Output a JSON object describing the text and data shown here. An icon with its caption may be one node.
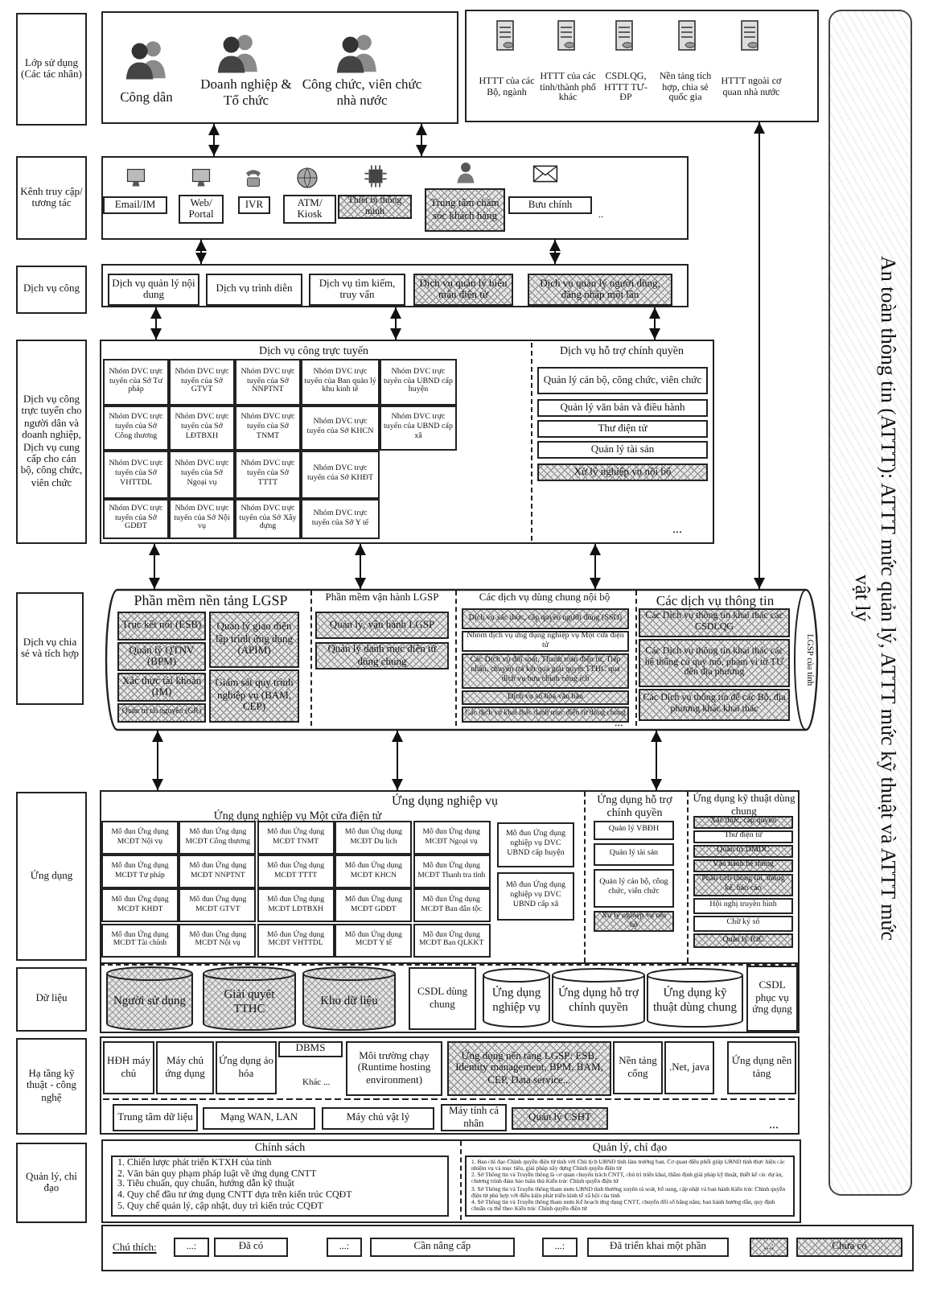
{
  "diagram": {
    "nodes": [
      {
        "text": [
          "Lớp sử dụng (Các tác nhân)"
        ]
      },
      {
        "text": [],
        "shape": "box"
      },
      {
        "text": [
          "Công dân"
        ],
        "in": 1
      },
      {
        "text": [
          "Doanh nghiệp & Tổ chức"
        ],
        "in": 1
      },
      {
        "text": [
          "Công chức, viên chức nhà nước"
        ],
        "in": 1
      },
      {
        "text": [],
        "shape": "box"
      },
      {
        "text": [
          "HTTT của các Bộ, ngành"
        ],
        "in": 5
      },
      {
        "text": [
          "HTTT của các tỉnh/thành phố khác"
        ],
        "in": 5
      },
      {
        "text": [
          "CSDLQG, HTTT TƯ-ĐP"
        ],
        "in": 5
      },
      {
        "text": [
          "Nền tảng tích hợp, chia sẻ quốc gia"
        ],
        "in": 5
      },
      {
        "text": [
          "HTTT ngoài cơ quan nhà nước"
        ],
        "in": 5
      },
      {
        "text": [
          "An toàn thông tin (ATTT): ATTT mức quản lý, ATTT mức kỹ thuật và ATTT mức vật lý"
        ]
      },
      {
        "text": [
          "Kênh truy cập/ tương tác"
        ]
      },
      {
        "text": [],
        "shape": "box"
      },
      {
        "text": [
          "Email/IM"
        ],
        "in": 13
      },
      {
        "text": [
          "Web/ Portal"
        ],
        "in": 13
      },
      {
        "text": [
          "IVR"
        ],
        "in": 13
      },
      {
        "text": [
          "ATM/ Kiosk"
        ],
        "in": 13
      },
      {
        "text": [
          "Thiết bị thông minh"
        ],
        "in": 13
      },
      {
        "text": [
          "Trung tâm chăm sóc khách hàng"
        ],
        "in": 13
      },
      {
        "text": [
          "Bưu chính"
        ],
        "in": 13
      },
      {
        "text": [
          "Dịch vụ công"
        ]
      },
      {
        "text": [],
        "shape": "box"
      },
      {
        "text": [
          "Dịch vụ quản lý nội dung"
        ],
        "in": 22
      },
      {
        "text": [
          "Dịch vụ trình diễn"
        ],
        "in": 22
      },
      {
        "text": [
          "Dịch vụ tìm kiếm, truy vấn"
        ],
        "in": 22
      },
      {
        "text": [
          "Dịch vụ quản lý biểu mẫu điện tử"
        ],
        "in": 22
      },
      {
        "text": [
          "Dịch vụ quản lý người dùng, đăng nhập một lần"
        ],
        "in": 22
      },
      {
        "text": [
          "Dịch vụ công trực tuyến cho người dân và doanh nghiệp, Dịch vụ cung cấp cho cán bộ, công chức, viên chức"
        ]
      },
      {
        "text": [],
        "shape": "box"
      },
      {
        "text": [
          "Dịch vụ công trực tuyến"
        ],
        "in": 29
      },
      {
        "text": [
          "Nhóm DVC trực tuyến của Sở Tư pháp"
        ],
        "in": 30
      },
      {
        "text": [
          "Nhóm DVC trực tuyến của Sở GTVT"
        ],
        "in": 30
      },
      {
        "text": [
          "Nhóm DVC trực tuyến của Sở NNPTNT"
        ],
        "in": 30
      },
      {
        "text": [
          "Nhóm DVC trực tuyến của Ban quản lý khu kinh tế"
        ],
        "in": 30
      },
      {
        "text": [
          "Nhóm DVC trực tuyến của UBND cấp huyện"
        ],
        "in": 30
      },
      {
        "text": [
          "Nhóm DVC trực tuyến của Sở Công thương"
        ],
        "in": 30
      },
      {
        "text": [
          "Nhóm DVC trực tuyến của Sở LĐTBXH"
        ],
        "in": 30
      },
      {
        "text": [
          "Nhóm DVC trực tuyến của Sở TNMT"
        ],
        "in": 30
      },
      {
        "text": [
          "Nhóm DVC trực tuyến của Sở KHCN"
        ],
        "in": 30
      },
      {
        "text": [
          "Nhóm DVC trực tuyến của UBND cấp xã"
        ],
        "in": 30
      },
      {
        "text": [
          "Nhóm DVC trực tuyến của Sở VHTTDL"
        ],
        "in": 30
      },
      {
        "text": [
          "Nhóm DVC trực tuyến của Sở Ngoại vụ"
        ],
        "in": 30
      },
      {
        "text": [
          "Nhóm DVC trực tuyến của Sở TTTT"
        ],
        "in": 30
      },
      {
        "text": [
          "Nhóm DVC trực tuyến của Sở KHĐT"
        ],
        "in": 30
      },
      {
        "text": [
          "Nhóm DVC trực tuyến của Sở GDĐT"
        ],
        "in": 30
      },
      {
        "text": [
          "Nhóm DVC trực tuyến của Sở Nội vụ"
        ],
        "in": 30
      },
      {
        "text": [
          "Nhóm DVC trực tuyến của Sở Xây dựng"
        ],
        "in": 30
      },
      {
        "text": [
          "Nhóm DVC trực tuyến của Sở Y tế"
        ],
        "in": 30
      },
      {
        "text": [
          "Dịch vụ hỗ trợ chính quyền"
        ],
        "in": 29
      },
      {
        "text": [
          "Quản lý cán bộ, công chức, viên chức"
        ],
        "in": 49
      },
      {
        "text": [
          "Quản lý văn bản và điều hành"
        ],
        "in": 49
      },
      {
        "text": [
          "Thư điện tử"
        ],
        "in": 49
      },
      {
        "text": [
          "Quản lý tài sản"
        ],
        "in": 49
      },
      {
        "text": [
          "Xử lý nghiệp vụ nội bộ"
        ],
        "in": 49
      },
      {
        "text": [
          "Dịch vụ chia sẻ và tích hợp"
        ]
      },
      {
        "text": [
          "LGSP của tỉnh"
        ]
      },
      {
        "text": [
          "Phần mềm nền tảng LGSP"
        ],
        "in": 56
      },
      {
        "text": [
          "Trục kết nối (ESB)"
        ],
        "in": 57
      },
      {
        "text": [
          "Quản lý QTNV (BPM)"
        ],
        "in": 57
      },
      {
        "text": [
          "Xác thực tài khoản (IM)"
        ],
        "in": 57
      },
      {
        "text": [
          "Quản trị tài nguyên (GR)"
        ],
        "in": 57
      },
      {
        "text": [
          "Quản lý giao diện lập trình ứng dụng (APIM)"
        ],
        "in": 57
      },
      {
        "text": [
          "Giám sát quy trình nghiệp vụ (BAM, CEP)"
        ],
        "in": 57
      },
      {
        "text": [
          "Phần mềm vận hành LGSP"
        ],
        "in": 56
      },
      {
        "text": [
          "Quản lý, vận hành LGSP"
        ],
        "in": 64
      },
      {
        "text": [
          "Quản lý danh mục điện tử dùng chung"
        ],
        "in": 64
      },
      {
        "text": [
          "Các dịch vụ dùng chung nội bộ"
        ],
        "in": 56
      },
      {
        "text": [
          "Dịch vụ xác thực, cấp quyền người dùng (SSO)"
        ],
        "in": 67
      },
      {
        "text": [
          "Nhóm dịch vụ ứng dụng nghiệp vụ Một cửa điện tử"
        ],
        "in": 67
      },
      {
        "text": [
          "Các Dịch vụ đối soát, Thanh toán điện tử, Tiếp nhận, chuyển trả kết quả giải quyết TTHC qua dịch vụ bưu chính công ích"
        ],
        "in": 67
      },
      {
        "text": [
          "Dịch vụ số hóa văn bản"
        ],
        "in": 67
      },
      {
        "text": [
          "Các dịch vụ khai thác danh mục điện tử dùng chung"
        ],
        "in": 67
      },
      {
        "text": [
          "Các dịch vụ thông tin"
        ],
        "in": 56
      },
      {
        "text": [
          "Các Dịch vụ thông tin khai thác các CSDLQG"
        ],
        "in": 73
      },
      {
        "text": [
          "Các Dịch vụ thông tin khai thác các hệ thống có quy mô, phạm vi từ TƯ đến địa phương"
        ],
        "in": 73
      },
      {
        "text": [
          "Các Dịch vụ thông tin để các Bộ, địa phương khác khai thác"
        ],
        "in": 73
      },
      {
        "text": [
          "Ứng dụng"
        ]
      },
      {
        "text": [],
        "shape": "box"
      },
      {
        "text": [
          "Ứng dụng nghiệp vụ"
        ],
        "in": 78
      },
      {
        "text": [
          "Ứng dụng nghiệp vụ Một cửa điện tử"
        ],
        "in": 79
      },
      {
        "text": [
          "Mô đun Ứng dụng MCĐT Nội vụ"
        ],
        "in": 80
      },
      {
        "text": [
          "Mô đun Ứng dụng MCĐT Công thương"
        ],
        "in": 80
      },
      {
        "text": [
          "Mô đun Ứng dụng MCĐT TNMT"
        ],
        "in": 80
      },
      {
        "text": [
          "Mô đun Ứng dụng MCĐT Du lịch"
        ],
        "in": 80
      },
      {
        "text": [
          "Mô đun Ứng dụng MCĐT Ngoại vụ"
        ],
        "in": 80
      },
      {
        "text": [
          "Mô đun Ứng dụng MCĐT Tư pháp"
        ],
        "in": 80
      },
      {
        "text": [
          "Mô đun Ứng dụng MCĐT NNPTNT"
        ],
        "in": 80
      },
      {
        "text": [
          "Mô đun Ứng dụng MCĐT TTTT"
        ],
        "in": 80
      },
      {
        "text": [
          "Mô đun Ứng dụng MCĐT KHCN"
        ],
        "in": 80
      },
      {
        "text": [
          "Mô đun Ứng dụng MCĐT Thanh tra tỉnh"
        ],
        "in": 80
      },
      {
        "text": [
          "Mô đun Ứng dụng MCĐT KHĐT"
        ],
        "in": 80
      },
      {
        "text": [
          "Mô đun Ứng dụng MCĐT GTVT"
        ],
        "in": 80
      },
      {
        "text": [
          "Mô đun Ứng dụng MCĐT LĐTBXH"
        ],
        "in": 80
      },
      {
        "text": [
          "Mô đun Ứng dụng MCĐT GDĐT"
        ],
        "in": 80
      },
      {
        "text": [
          "Mô đun Ứng dụng MCĐT Ban dân tộc"
        ],
        "in": 80
      },
      {
        "text": [
          "Mô đun Ứng dụng MCĐT Tài chính"
        ],
        "in": 80
      },
      {
        "text": [
          "Mô đun Ứng dụng MCĐT Nội vụ"
        ],
        "in": 80
      },
      {
        "text": [
          "Mô đun Ứng dụng MCĐT VHTTDL"
        ],
        "in": 80
      },
      {
        "text": [
          "Mô đun Ứng dụng MCĐT Y tế"
        ],
        "in": 80
      },
      {
        "text": [
          "Mô đun Ứng dụng MCĐT Ban QLKKT"
        ],
        "in": 80
      },
      {
        "text": [
          "Mô đun Ứng dụng nghiệp vụ DVC UBND cấp huyện"
        ],
        "in": 79
      },
      {
        "text": [
          "Mô đun Ứng dụng nghiệp vụ DVC UBND cấp xã"
        ],
        "in": 79
      },
      {
        "text": [
          "Ứng dụng hỗ trợ chính quyền"
        ],
        "in": 78
      },
      {
        "text": [
          "Quản lý VBĐH"
        ],
        "in": 103
      },
      {
        "text": [
          "Quản lý tài sản"
        ],
        "in": 103
      },
      {
        "text": [
          "Quản lý cán bộ, công chức, viên chức"
        ],
        "in": 103
      },
      {
        "text": [
          "Xử lý nghiệp vụ nội bộ"
        ],
        "in": 103
      },
      {
        "text": [
          "Ứng dụng kỹ thuật dùng chung"
        ],
        "in": 78
      },
      {
        "text": [
          "Xác thực, cấp quyền"
        ],
        "in": 108
      },
      {
        "text": [
          "Thư điện tử"
        ],
        "in": 108
      },
      {
        "text": [
          "Quản trị DMDC"
        ],
        "in": 108
      },
      {
        "text": [
          "Vận hành hệ thống"
        ],
        "in": 108
      },
      {
        "text": [
          "Phân tích thông tin, thống kê, báo cáo"
        ],
        "in": 108
      },
      {
        "text": [
          "Hội nghị truyền hình"
        ],
        "in": 108
      },
      {
        "text": [
          "Chữ ký số"
        ],
        "in": 108
      },
      {
        "text": [
          "Quản lý IOC"
        ],
        "in": 108
      },
      {
        "text": [
          "Dữ liệu"
        ]
      },
      {
        "text": [],
        "shape": "box"
      },
      {
        "text": [
          "Người sử dụng"
        ],
        "in": 118
      },
      {
        "text": [
          "Giải quyết TTHC"
        ],
        "in": 118
      },
      {
        "text": [
          "Kho dữ liệu"
        ],
        "in": 118
      },
      {
        "text": [
          "CSDL dùng chung"
        ],
        "in": 118
      },
      {
        "text": [
          "Ứng dụng nghiệp vụ"
        ],
        "in": 118
      },
      {
        "text": [
          "Ứng dụng hỗ trợ chính quyền"
        ],
        "in": 118
      },
      {
        "text": [
          "Ứng dụng kỹ thuật dùng chung"
        ],
        "in": 118
      },
      {
        "text": [
          "CSDL phục vụ ứng dụng"
        ],
        "in": 118
      },
      {
        "text": [
          "Hạ tầng kỹ thuật - công nghệ"
        ]
      },
      {
        "text": [],
        "shape": "box"
      },
      {
        "text": [
          "HĐH máy chủ"
        ],
        "in": 128
      },
      {
        "text": [
          "Máy chủ ứng dụng"
        ],
        "in": 128
      },
      {
        "text": [
          "Ứng dụng ảo hóa"
        ],
        "in": 128
      },
      {
        "text": [
          "DBMS"
        ],
        "in": 128
      },
      {
        "text": [
          "Môi trường chạy (Runtime hosting environment)"
        ],
        "in": 128
      },
      {
        "text": [
          "Ứng dụng nền tảng LGSP: ESB, Identity management, BPM, BAM, CEP, Data service..."
        ],
        "in": 128
      },
      {
        "text": [
          "Nền tảng cổng"
        ],
        "in": 128
      },
      {
        "text": [
          ".Net, java"
        ],
        "in": 128
      },
      {
        "text": [
          "Ứng dụng nền tảng"
        ],
        "in": 128
      },
      {
        "text": [
          "Trung tâm dữ liệu"
        ],
        "in": 128
      },
      {
        "text": [
          "Mạng WAN, LAN"
        ],
        "in": 128
      },
      {
        "text": [
          "Máy chủ vật lý"
        ],
        "in": 128
      },
      {
        "text": [
          "Máy tính cá nhân"
        ],
        "in": 128
      },
      {
        "text": [
          "Quản lý CSHT"
        ],
        "in": 128
      },
      {
        "text": [
          "Quản lý, chỉ đạo"
        ]
      },
      {
        "text": [],
        "shape": "box"
      },
      {
        "text": [
          "Chính sách"
        ],
        "in": 144
      },
      {
        "text": [
          "1. Chiến lược phát triển KTXH của tỉnh",
          "2. Văn bản quy phạm pháp luật về ứng dụng CNTT",
          "3. Tiêu chuẩn, quy chuẩn, hướng dẫn kỹ thuật",
          "4. Quy chế đầu tư ứng dụng CNTT dựa trên kiến trúc CQĐT",
          "5. Quy chế quản lý, cập nhật, duy trì kiến trúc CQĐT"
        ],
        "in": 145
      },
      {
        "text": [
          "Quản lý, chỉ đạo"
        ],
        "in": 144
      },
      {
        "text": [
          "1. Ban chỉ đạo Chính quyền điện tử tỉnh với Chủ tịch UBND tỉnh làm trưởng ban. Cơ quan điều phối giúp UBND tỉnh thực hiện các nhiệm vụ và mục tiêu, giải pháp xây dựng Chính quyền điện tử",
          "2. Sở Thông tin và Truyền thông là cơ quan chuyên trách CNTT, chủ trì triển khai, thẩm định giải pháp kỹ thuật, thiết kế các dự án, chương trình đảm bảo tuân thủ Kiến trúc Chính quyền điện tử",
          "3. Sở Thông tin và Truyền thông tham mưu UBND tỉnh thường xuyên rà soát, bổ sung, cập nhật và ban hành Kiến trúc Chính quyền điện tử phù hợp với điều kiện phát triển kinh tế xã hội của tỉnh",
          "4. Sở Thông tin và Truyền thông tham mưu Kế hoạch ứng dụng CNTT, chuyển đổi số hằng năm; ban hành hướng dẫn, quy định chuẩn cụ thể theo Kiến trúc Chính quyền điện tử"
        ],
        "in": 147
      }
    ],
    "edges": [
      {
        "from": 1,
        "to": 13,
        "arrow": "both"
      },
      {
        "from": 1,
        "to": 13,
        "arrow": "both"
      },
      {
        "from": 13,
        "to": 22,
        "arrow": "both"
      },
      {
        "from": 13,
        "to": 22,
        "arrow": "both"
      },
      {
        "from": 22,
        "to": 29,
        "arrow": "both"
      },
      {
        "from": 22,
        "to": 29,
        "arrow": "both"
      },
      {
        "from": 22,
        "to": 29,
        "arrow": "both"
      },
      {
        "from": 29,
        "to": 56,
        "arrow": "both"
      },
      {
        "from": 29,
        "to": 56,
        "arrow": "both"
      },
      {
        "from": 29,
        "to": 56,
        "arrow": "both"
      },
      {
        "from": 56,
        "to": 78,
        "arrow": "both"
      },
      {
        "from": 56,
        "to": 78,
        "arrow": "both"
      },
      {
        "from": 56,
        "to": 78,
        "arrow": "both"
      },
      {
        "from": 56,
        "to": 5,
        "arrow": "both"
      }
    ],
    "labels": [
      "..",
      "...",
      "...",
      "Khác ...",
      "...",
      "Chú thích:",
      "...:",
      "...:",
      "...:",
      "...:"
    ],
    "legend": [
      {
        "text": "Đã có"
      },
      {
        "text": "Cần nâng cấp"
      },
      {
        "text": "Đã triển khai một phần"
      },
      {
        "text": "Chưa có"
      }
    ]
  }
}
